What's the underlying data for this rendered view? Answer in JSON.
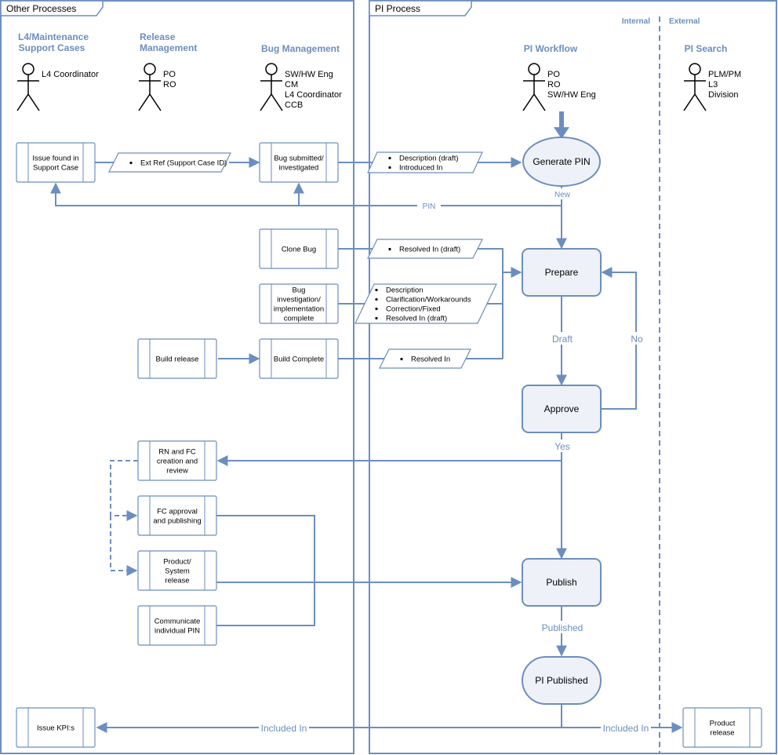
{
  "pools": {
    "other": "Other Processes",
    "pi": "PI Process"
  },
  "zones": {
    "internal": "Internal",
    "external": "External"
  },
  "lanes": {
    "l4": [
      "L4/Maintenance",
      "Support Cases"
    ],
    "release": [
      "Release",
      "Management"
    ],
    "bug": "Bug Management",
    "workflow": "PI Workflow",
    "search": "PI Search"
  },
  "actors": {
    "l4": [
      "L4 Coordinator"
    ],
    "release": [
      "PO",
      "RO"
    ],
    "bug": [
      "SW/HW Eng",
      "CM",
      "L4 Coordinator",
      "CCB"
    ],
    "workflow": [
      "PO",
      "RO",
      "SW/HW Eng"
    ],
    "search": [
      "PLM/PM",
      "L3",
      "Division"
    ]
  },
  "processes": {
    "issue_found": [
      "Issue found in",
      "Support Case"
    ],
    "bug_submitted": [
      "Bug submitted/",
      "investigated"
    ],
    "clone_bug": [
      "Clone Bug"
    ],
    "bug_investigation": [
      "Bug",
      "investigation/",
      "implementation",
      "complete"
    ],
    "build_release": [
      "Build release"
    ],
    "build_complete": [
      "Build Complete"
    ],
    "rn_fc": [
      "RN and FC",
      "creation and",
      "review"
    ],
    "fc_approval": [
      "FC approval",
      "and publishing"
    ],
    "product_release_sys": [
      "Product/",
      "System",
      "release"
    ],
    "communicate": [
      "Communicate",
      "individual PIN"
    ],
    "issue_kpis": [
      "Issue KPI:s"
    ],
    "product_release": [
      "Product",
      "release"
    ]
  },
  "data_items": {
    "ext_ref": [
      "Ext Ref (Support Case ID)"
    ],
    "desc_intro": [
      "Description (draft)",
      "Introduced In"
    ],
    "resolved_draft": [
      "Resolved In (draft)"
    ],
    "desc_list": [
      "Description",
      "Clarification/Workarounds",
      "Correction/Fixed",
      "Resolved In (draft)"
    ],
    "resolved": [
      "Resolved In"
    ]
  },
  "states": {
    "generate_pin": "Generate PIN",
    "prepare": "Prepare",
    "approve": "Approve",
    "publish": "Publish",
    "pi_published": "PI Published"
  },
  "edge_labels": {
    "new": "New",
    "pin": "PIN",
    "draft": "Draft",
    "no": "No",
    "yes": "Yes",
    "published": "Published",
    "included_in_left": "Included In",
    "included_in_right": "Included In"
  },
  "colors": {
    "accent": "#6c8ebf",
    "state_fill": "#eef2f8",
    "lane_title": "#6c8ebf"
  }
}
